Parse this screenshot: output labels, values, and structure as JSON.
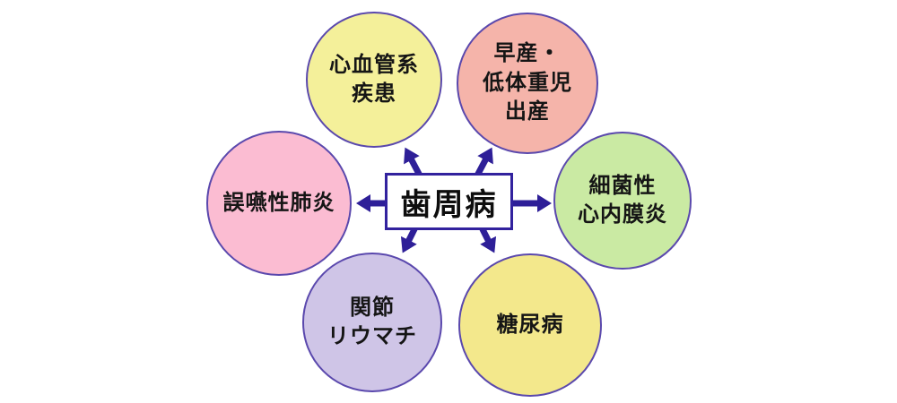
{
  "diagram": {
    "title_implied": "",
    "center": {
      "label": "歯周病"
    },
    "nodes": [
      {
        "id": "cardiovascular-disease",
        "label": "心血管系\n疾患",
        "fill": "#f4f09a"
      },
      {
        "id": "preterm-low-birth-weight",
        "label": "早産・\n低体重児\n出産",
        "fill": "#f5b4aa"
      },
      {
        "id": "bacterial-endocarditis",
        "label": "細菌性\n心内膜炎",
        "fill": "#caeaa3"
      },
      {
        "id": "diabetes",
        "label": "糖尿病",
        "fill": "#f3e88c"
      },
      {
        "id": "rheumatoid-arthritis",
        "label": "関節\nリウマチ",
        "fill": "#cfc5e7"
      },
      {
        "id": "aspiration-pneumonia",
        "label": "誤嚥性肺炎",
        "fill": "#fbbcd2"
      }
    ],
    "colors": {
      "arrow": "#2e1f98",
      "center_box_border": "#32229e",
      "center_box_background": "#ffffff",
      "circle_border": "#5a48ad",
      "text": "#111111",
      "background": "#ffffff"
    }
  }
}
